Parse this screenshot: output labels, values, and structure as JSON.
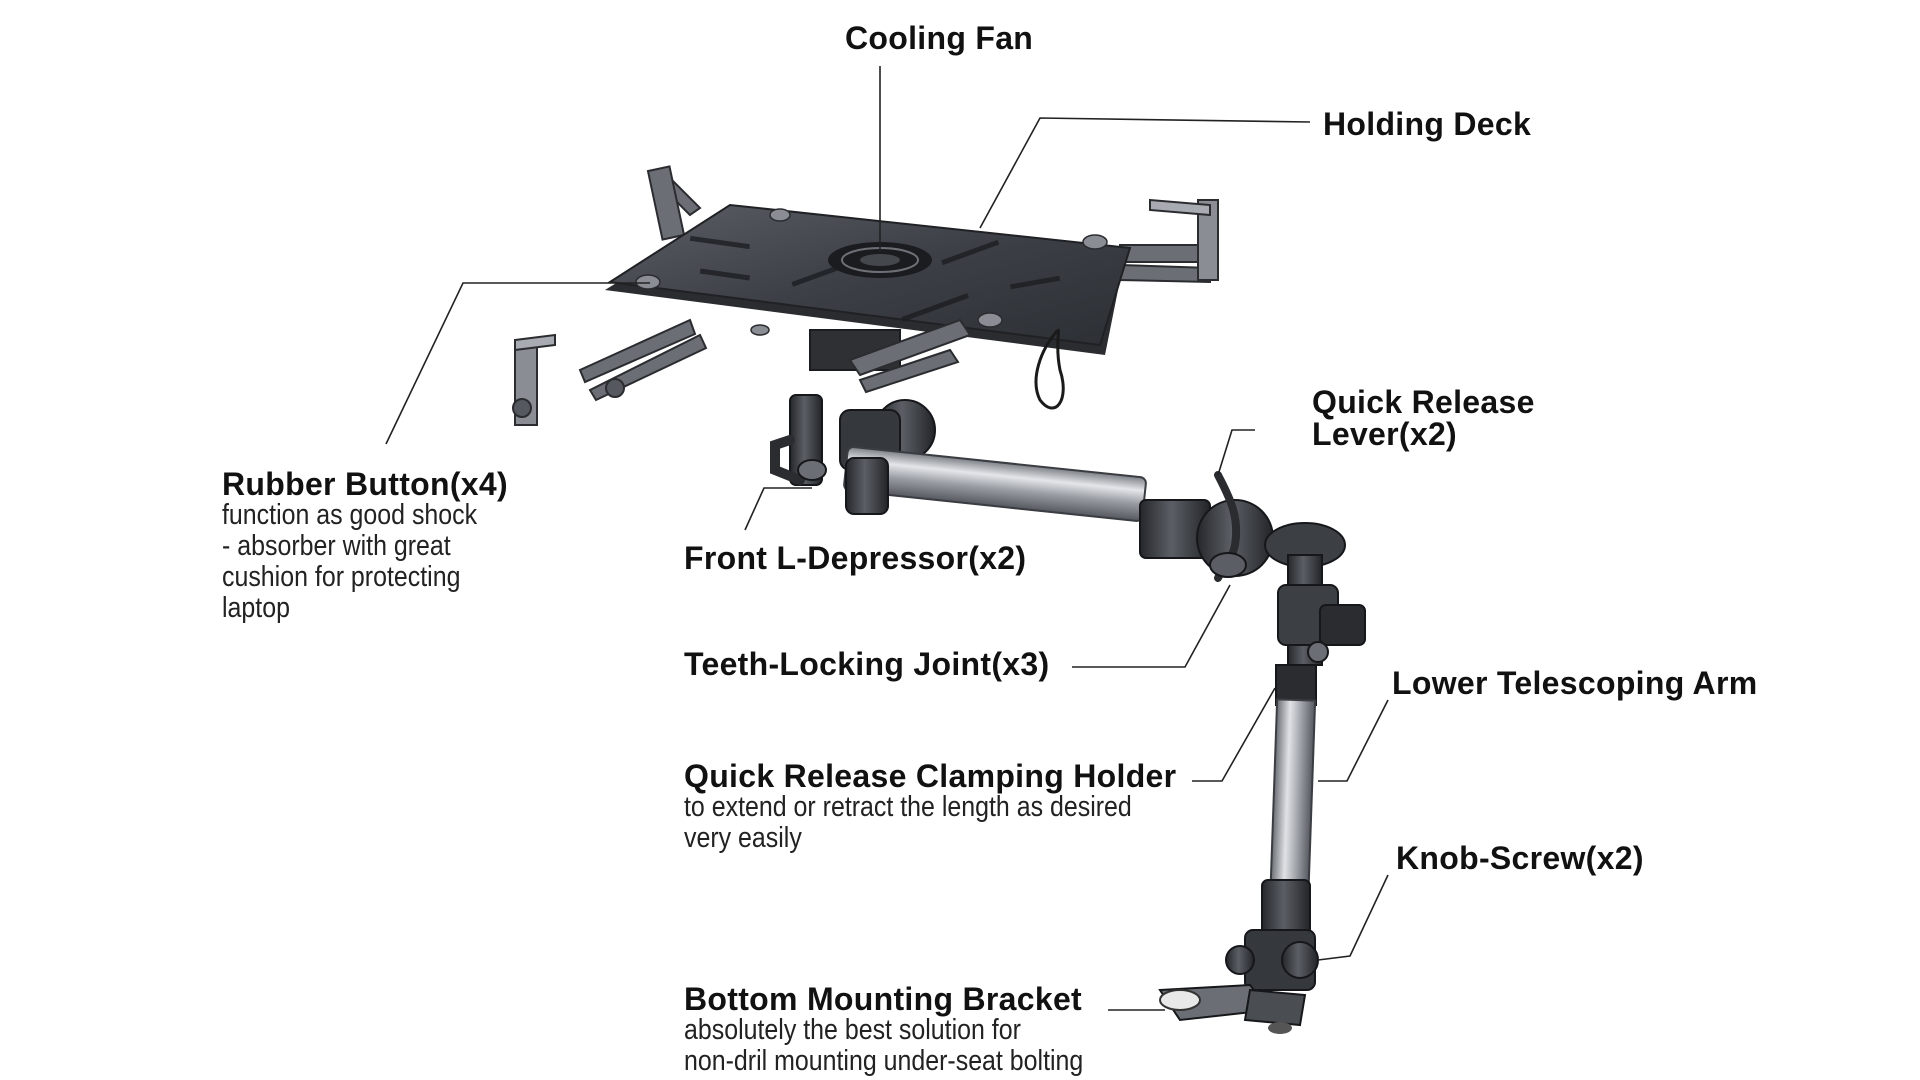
{
  "labels": {
    "cooling_fan": {
      "title": "Cooling Fan"
    },
    "holding_deck": {
      "title": "Holding Deck"
    },
    "quick_release_lever": {
      "title_line1": "Quick Release",
      "title_line2": "Lever(x2)"
    },
    "rubber_button": {
      "title": "Rubber Button(x4)",
      "desc": [
        "function as good shock",
        "- absorber with great",
        "cushion for protecting",
        "laptop"
      ]
    },
    "front_l_depressor": {
      "title": "Front L-Depressor(x2)"
    },
    "teeth_locking_joint": {
      "title": "Teeth-Locking Joint(x3)"
    },
    "lower_telescoping_arm": {
      "title": "Lower Telescoping Arm"
    },
    "quick_release_clamping_holder": {
      "title": "Quick Release Clamping Holder",
      "desc": [
        "to extend or retract the length as desired",
        "very easily"
      ]
    },
    "knob_screw": {
      "title": "Knob-Screw(x2)"
    },
    "bottom_mounting_bracket": {
      "title": "Bottom Mounting Bracket",
      "desc": [
        "absolutely the best solution for",
        "non-dril mounting under-seat bolting"
      ]
    }
  },
  "colors": {
    "text": "#111111",
    "leader": "#222222",
    "metal_dark": "#3a3d42",
    "metal_light": "#b8bcc2"
  }
}
